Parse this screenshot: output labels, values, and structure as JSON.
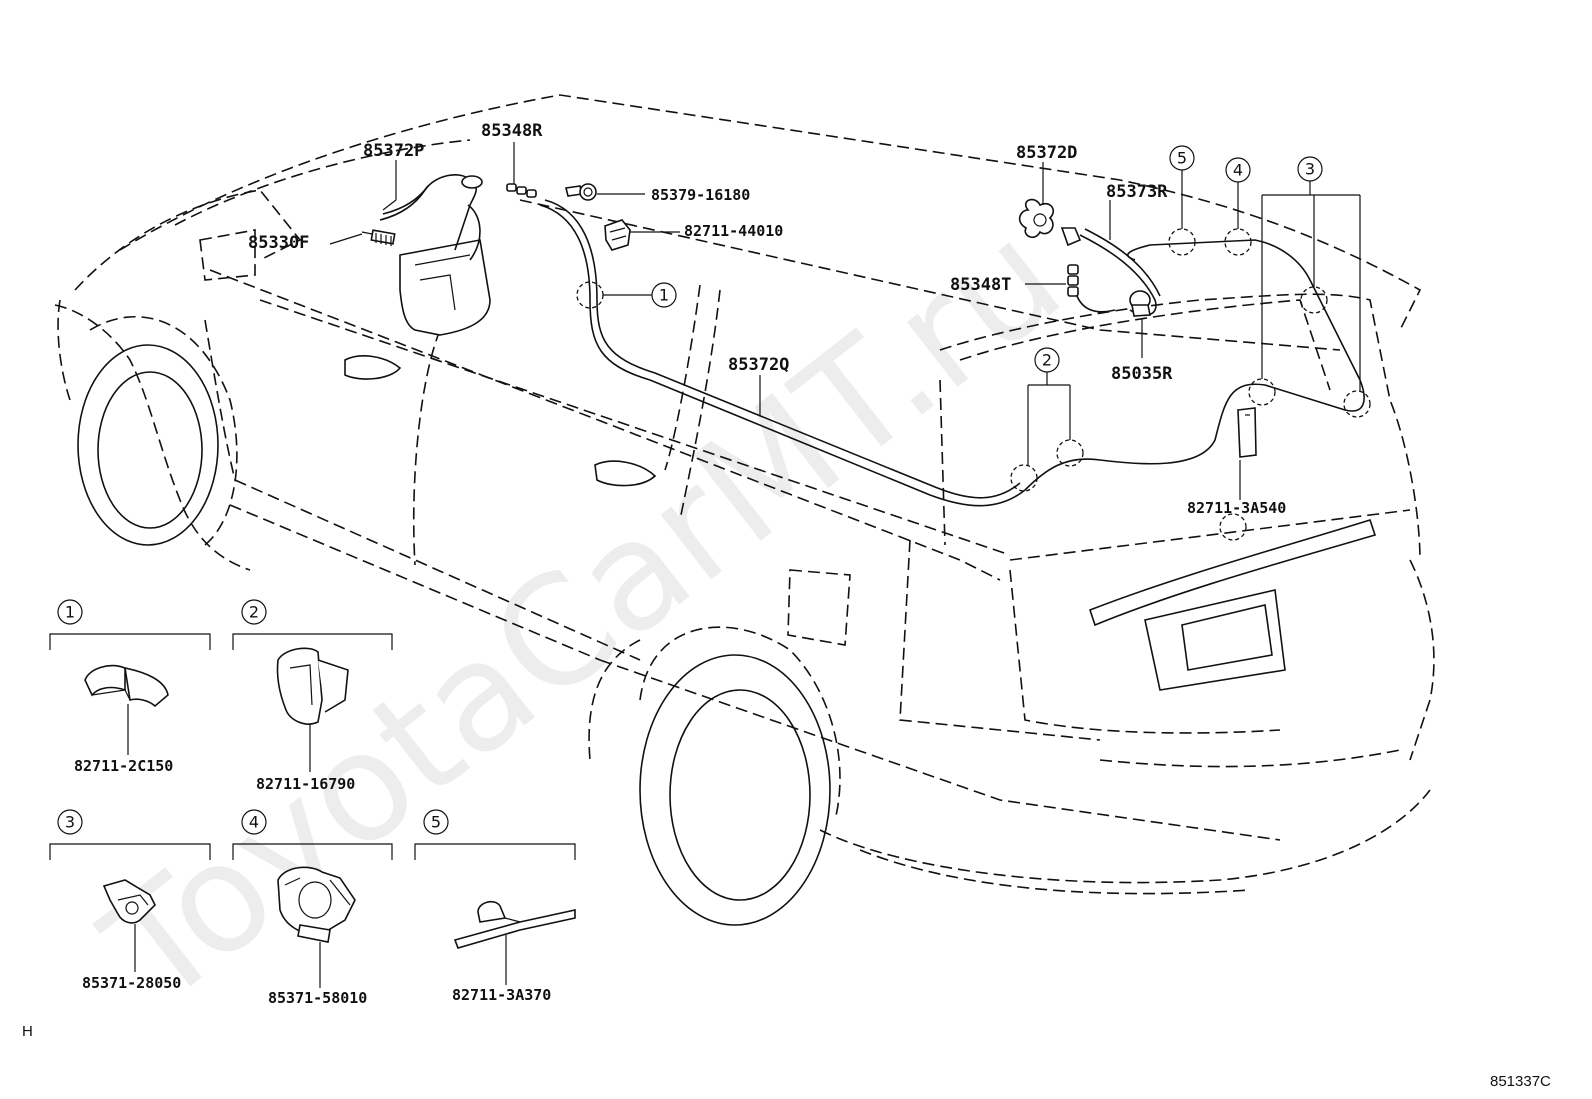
{
  "watermark": "ToyotaCarMT.ru",
  "part_labels": {
    "p85348R": "85348R",
    "p85372P": "85372P",
    "p85330F": "85330F",
    "p85379_16180": "85379-16180",
    "p82711_44010": "82711-44010",
    "p85372Q": "85372Q",
    "p85372D": "85372D",
    "p85373R": "85373R",
    "p85348T": "85348T",
    "p85035R": "85035R",
    "p82711_3A540": "82711-3A540"
  },
  "callouts": [
    "1",
    "2",
    "3",
    "4",
    "5"
  ],
  "legend": [
    {
      "number": "1",
      "part_no": "82711-2C150"
    },
    {
      "number": "2",
      "part_no": "82711-16790"
    },
    {
      "number": "3",
      "part_no": "85371-28050"
    },
    {
      "number": "4",
      "part_no": "85371-58010"
    },
    {
      "number": "5",
      "part_no": "82711-3A370"
    }
  ],
  "corner_left": "H",
  "figure_code": "851337C"
}
